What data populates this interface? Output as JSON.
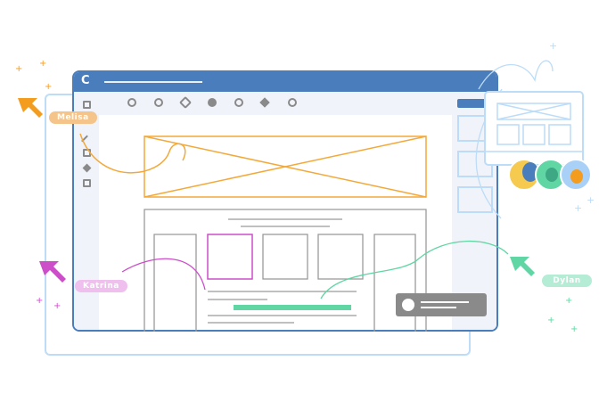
{
  "window": {
    "logo_letter": "C"
  },
  "collaborators": [
    {
      "name": "Melisa",
      "color": "#f39c1e",
      "tag_color": "#f4c48b"
    },
    {
      "name": "Katrina",
      "color": "#cc4fc9",
      "tag_color": "#efc0ee"
    },
    {
      "name": "Dylan",
      "color": "#5fd6a3",
      "tag_color": "#b4ecd5"
    }
  ],
  "avatars": [
    "avatar-woman-yellow",
    "avatar-man-green",
    "avatar-man-blue-glasses"
  ],
  "colors": {
    "frame": "#4a7dbb",
    "panel": "#f0f4fa",
    "light_blue": "#bcdcf7",
    "sketch": "#8a8a8a"
  }
}
